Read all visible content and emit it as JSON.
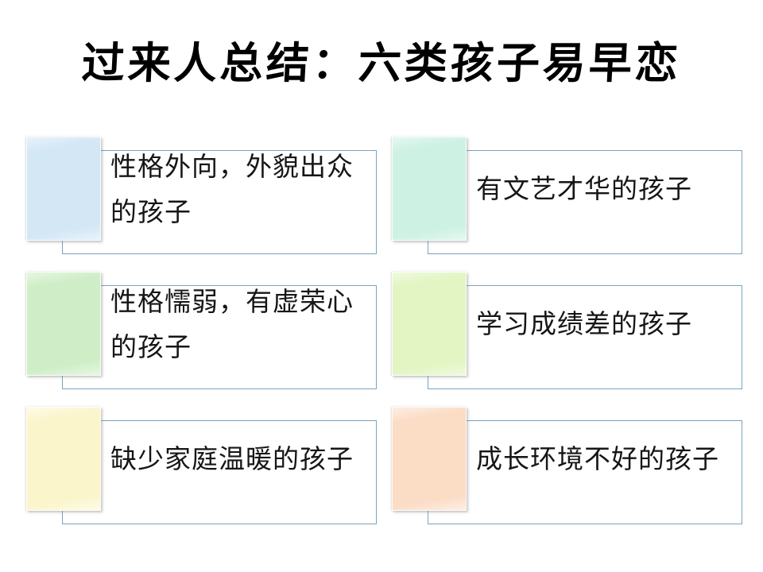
{
  "slide": {
    "title": "过来人总结：六类孩子易早恋",
    "background_color": "#ffffff",
    "frame_border_color": "#7ba3bd"
  },
  "items": [
    {
      "index": 1,
      "position": "left-row-1",
      "text": "性格外向，外貌出众的孩子",
      "chip_color": "#d3e7f5",
      "chip_color_light": "#e8f3fb"
    },
    {
      "index": 2,
      "position": "right-row-1",
      "text": "有文艺才华的孩子",
      "chip_color": "#cdf1e2",
      "chip_color_light": "#e4f8f0"
    },
    {
      "index": 3,
      "position": "left-row-2",
      "text": "性格懦弱，有虚荣心的孩子",
      "chip_color": "#cfeec7",
      "chip_color_light": "#e6f7e1"
    },
    {
      "index": 4,
      "position": "right-row-2",
      "text": "学习成绩差的孩子",
      "chip_color": "#e2f5c2",
      "chip_color_light": "#f0fade"
    },
    {
      "index": 5,
      "position": "left-row-3",
      "text": "缺少家庭温暖的孩子",
      "chip_color": "#faf5cb",
      "chip_color_light": "#fdfbe6"
    },
    {
      "index": 6,
      "position": "right-row-3",
      "text": "成长环境不好的孩子",
      "chip_color": "#fbdcc5",
      "chip_color_light": "#fdeee3"
    }
  ]
}
